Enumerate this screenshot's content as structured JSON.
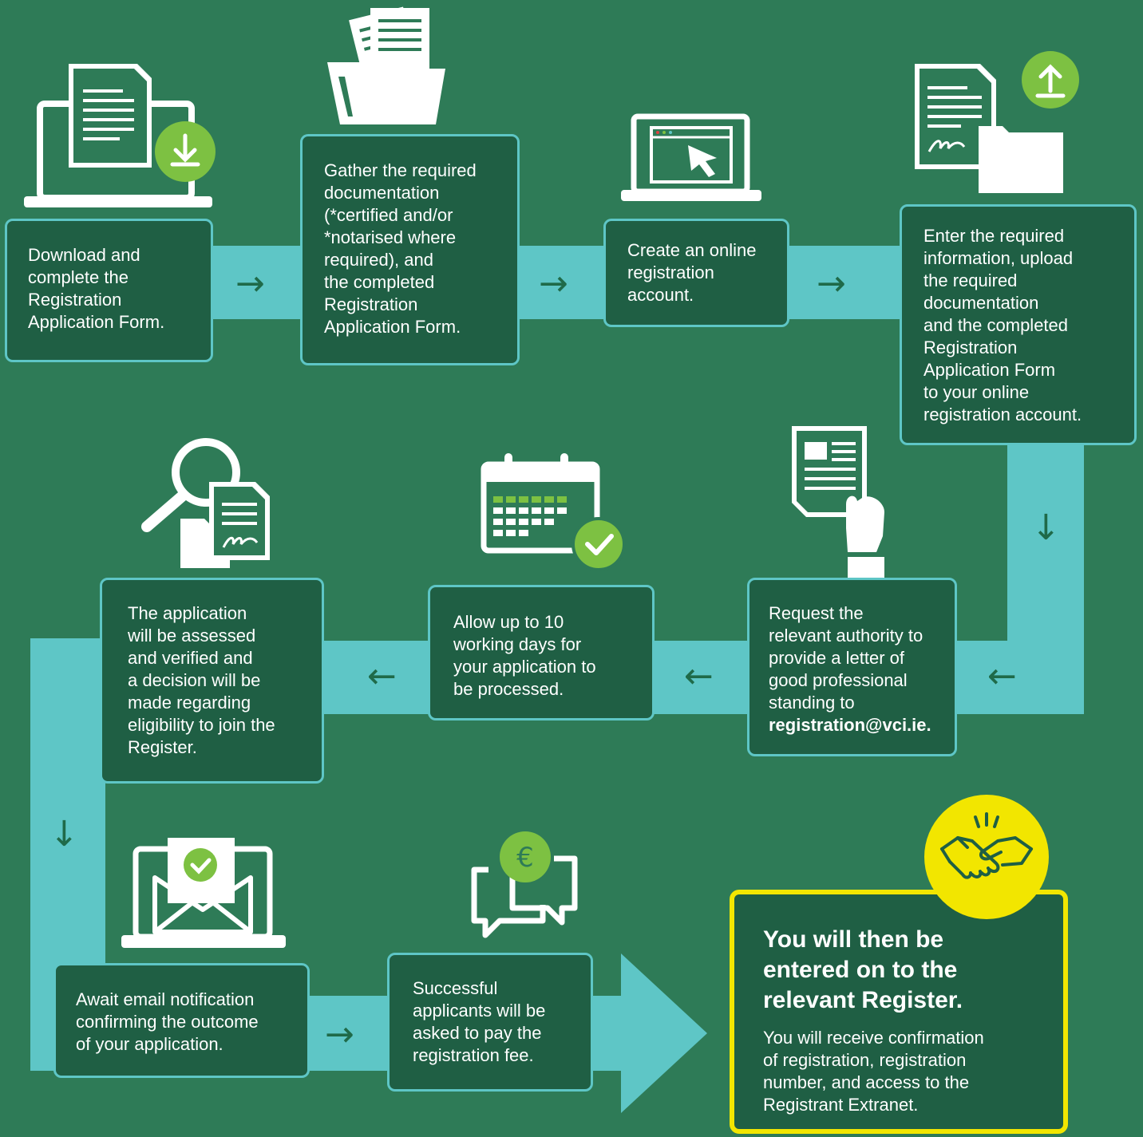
{
  "steps": [
    {
      "text": "Download and\ncomplete the\nRegistration\nApplication Form."
    },
    {
      "text": "Gather the required\ndocumentation\n(*certified and/or\n*notarised where\nrequired), and\nthe completed\nRegistration\nApplication Form."
    },
    {
      "text": "Create an online\nregistration\naccount."
    },
    {
      "text": "Enter the required\ninformation, upload\nthe required\ndocumentation\nand the completed\nRegistration\nApplication Form\nto your online\nregistration account."
    },
    {
      "text": "Request the\nrelevant authority to\nprovide a letter of\ngood professional\nstanding to",
      "email": "registration@vci.ie."
    },
    {
      "text": "Allow up to 10\nworking days for\nyour application to\nbe processed."
    },
    {
      "text": "The application\nwill be assessed\nand verified and\na decision will be\nmade regarding\neligibility to join the\nRegister."
    },
    {
      "text": "Await email notification\nconfirming the outcome\nof your application."
    },
    {
      "text": "Successful\napplicants will be\nasked to pay the\nregistration fee."
    }
  ],
  "final": {
    "heading": "You will then be\nentered on to the\nrelevant Register.",
    "body": "You will receive confirmation\nof registration, registration\nnumber, and access to the\nRegistrant Extranet."
  },
  "icons": {
    "euro": "€"
  },
  "colors": {
    "background": "#2e7b57",
    "band": "#5ec6c6",
    "box": "#1f5f44",
    "accent_green": "#7dc142",
    "highlight_yellow": "#f2e600"
  }
}
